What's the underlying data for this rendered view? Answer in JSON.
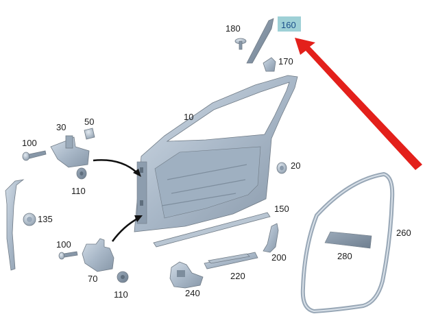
{
  "diagram": {
    "labels": {
      "p10": "10",
      "p20": "20",
      "p30": "30",
      "p50": "50",
      "p70": "70",
      "p100_top": "100",
      "p100_bottom": "100",
      "p110_top": "110",
      "p110_bottom": "110",
      "p135": "135",
      "p150": "150",
      "p160": "160",
      "p170": "170",
      "p180": "180",
      "p200": "200",
      "p220": "220",
      "p240": "240",
      "p260": "260",
      "p280": "280"
    },
    "colors": {
      "part_fill": "#a9b8c8",
      "part_light": "#c9d4df",
      "part_dark": "#7f8fa0",
      "highlight_box": "#9ed0d6",
      "arrow_red": "#e3201b"
    }
  }
}
